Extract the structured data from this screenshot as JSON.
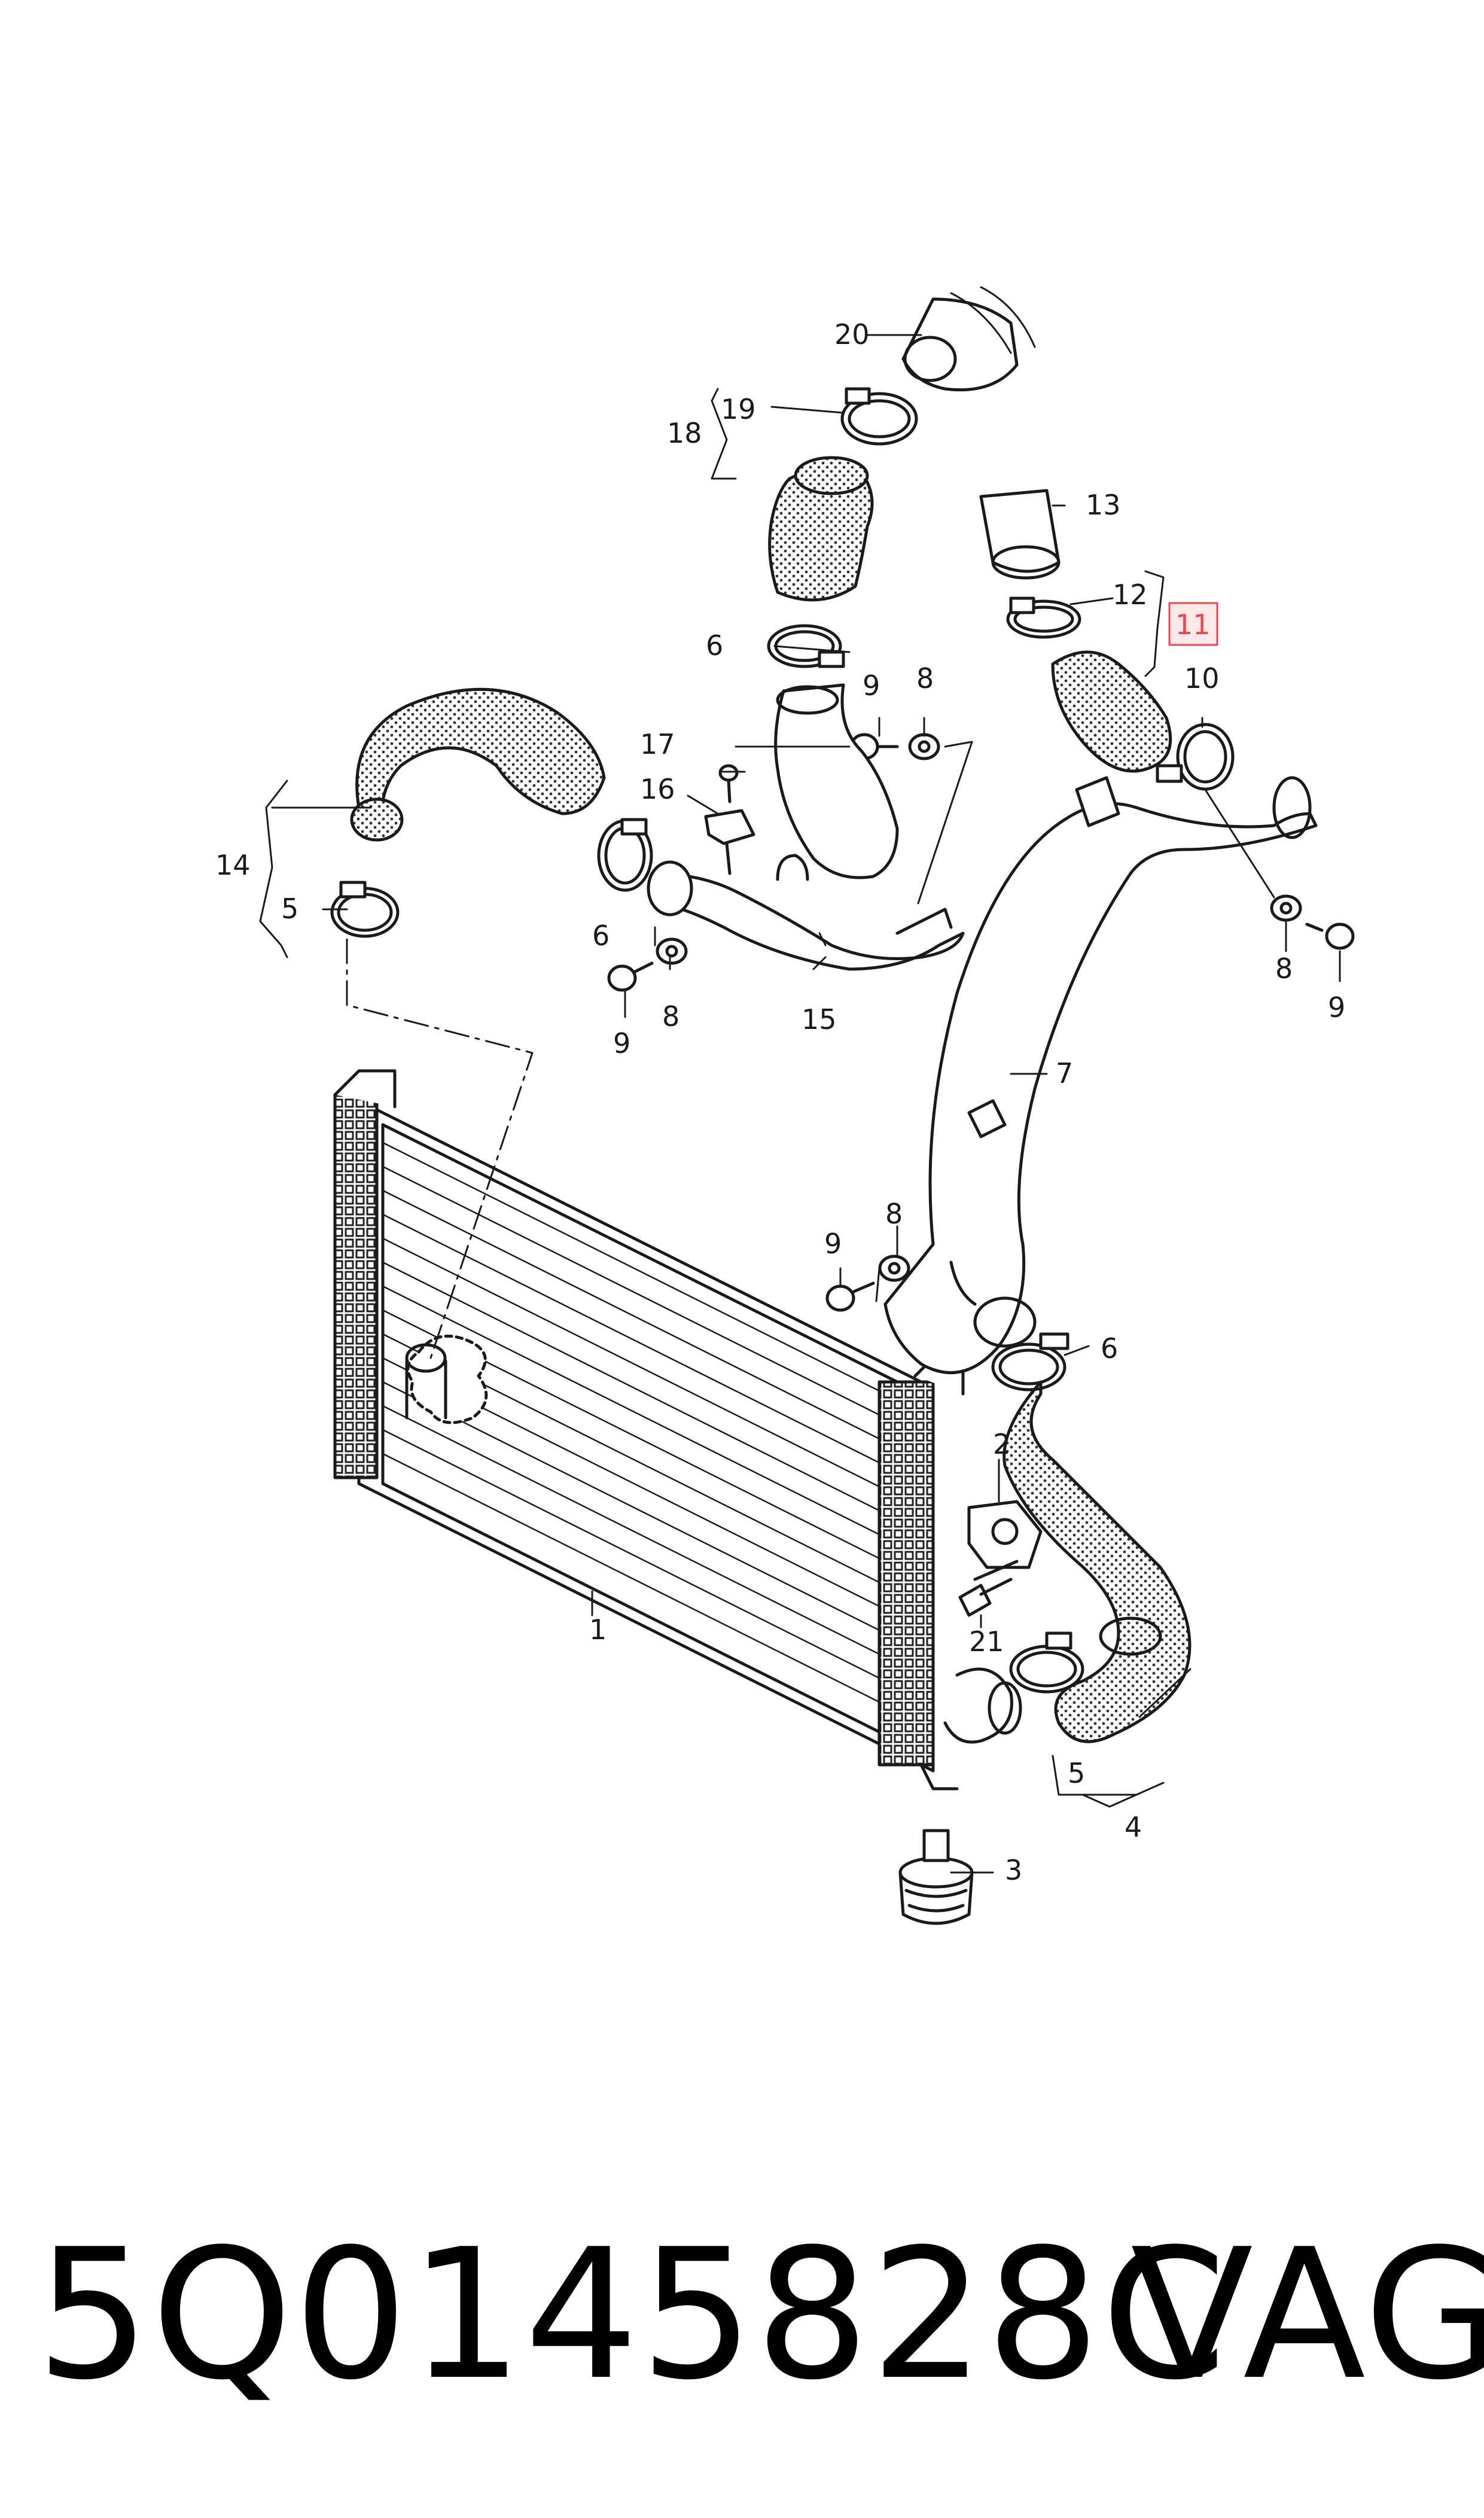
{
  "callouts": {
    "c1": "1",
    "c2": "2",
    "c3": "3",
    "c4": "4",
    "c5a": "5",
    "c5b": "5",
    "c6a": "6",
    "c6b": "6",
    "c6c": "6",
    "c7": "7",
    "c8a": "8",
    "c8b": "8",
    "c8c": "8",
    "c8d": "8",
    "c9a": "9",
    "c9b": "9",
    "c9c": "9",
    "c9d": "9",
    "c10": "10",
    "c11": "11",
    "c12": "12",
    "c13": "13",
    "c14": "14",
    "c15": "15",
    "c16": "16",
    "c17": "17",
    "c18": "18",
    "c19": "19",
    "c20": "20",
    "c21": "21"
  },
  "highlight_color": "#e8474f",
  "footer": {
    "part_number": "5Q0145828C",
    "brand": "VAG"
  }
}
